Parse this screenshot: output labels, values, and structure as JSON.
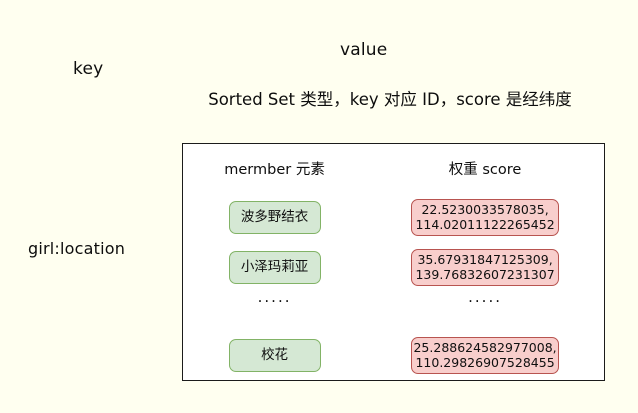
{
  "diagram": {
    "background_color": "#fffff0",
    "key_label": "key",
    "value_label": "value",
    "key_name": "girl:location",
    "description": "Sorted Set 类型，key 对应 ID，score 是经纬度",
    "box": {
      "border_color": "#1b1b1b",
      "fill_color": "#ffffff",
      "headers": {
        "member": "mermber 元素",
        "score": "权重 score"
      },
      "member_pill_fill": "#d5e8d4",
      "member_pill_border": "#82b366",
      "score_pill_fill": "#f8cecc",
      "score_pill_border": "#b85450",
      "rows": [
        {
          "member": "波多野结衣",
          "score_line1": "22.5230033578035,",
          "score_line2": "114.02011122265452"
        },
        {
          "member": "小泽玛莉亚",
          "score_line1": "35.67931847125309,",
          "score_line2": "139.76832607231307"
        }
      ],
      "ellipsis": ".....",
      "last_row": {
        "member": "校花",
        "score_line1": "25.288624582977008,",
        "score_line2": "110.29826907528455"
      }
    }
  }
}
